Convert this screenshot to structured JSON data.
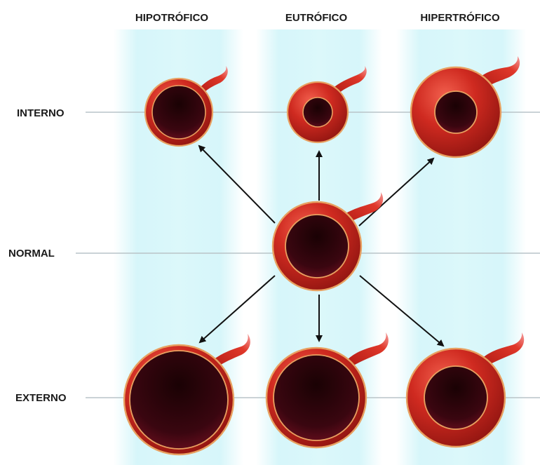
{
  "columns": [
    {
      "id": "hipotrofico",
      "label": "HIPOTRÓFICO"
    },
    {
      "id": "eutrofico",
      "label": "EUTRÓFICO"
    },
    {
      "id": "hipertrofico",
      "label": "HIPERTRÓFICO"
    }
  ],
  "rows": [
    {
      "id": "interno",
      "label": "INTERNO"
    },
    {
      "id": "normal",
      "label": "NORMAL"
    },
    {
      "id": "externo",
      "label": "EXTERNO"
    }
  ],
  "colors": {
    "vessel_wall": "#c4281f",
    "vessel_rim": "#e8a060",
    "lumen": "#2a0408",
    "column_band": "#c9f3f8",
    "guide_line": "#b9c4c8",
    "arrow": "#111111"
  }
}
